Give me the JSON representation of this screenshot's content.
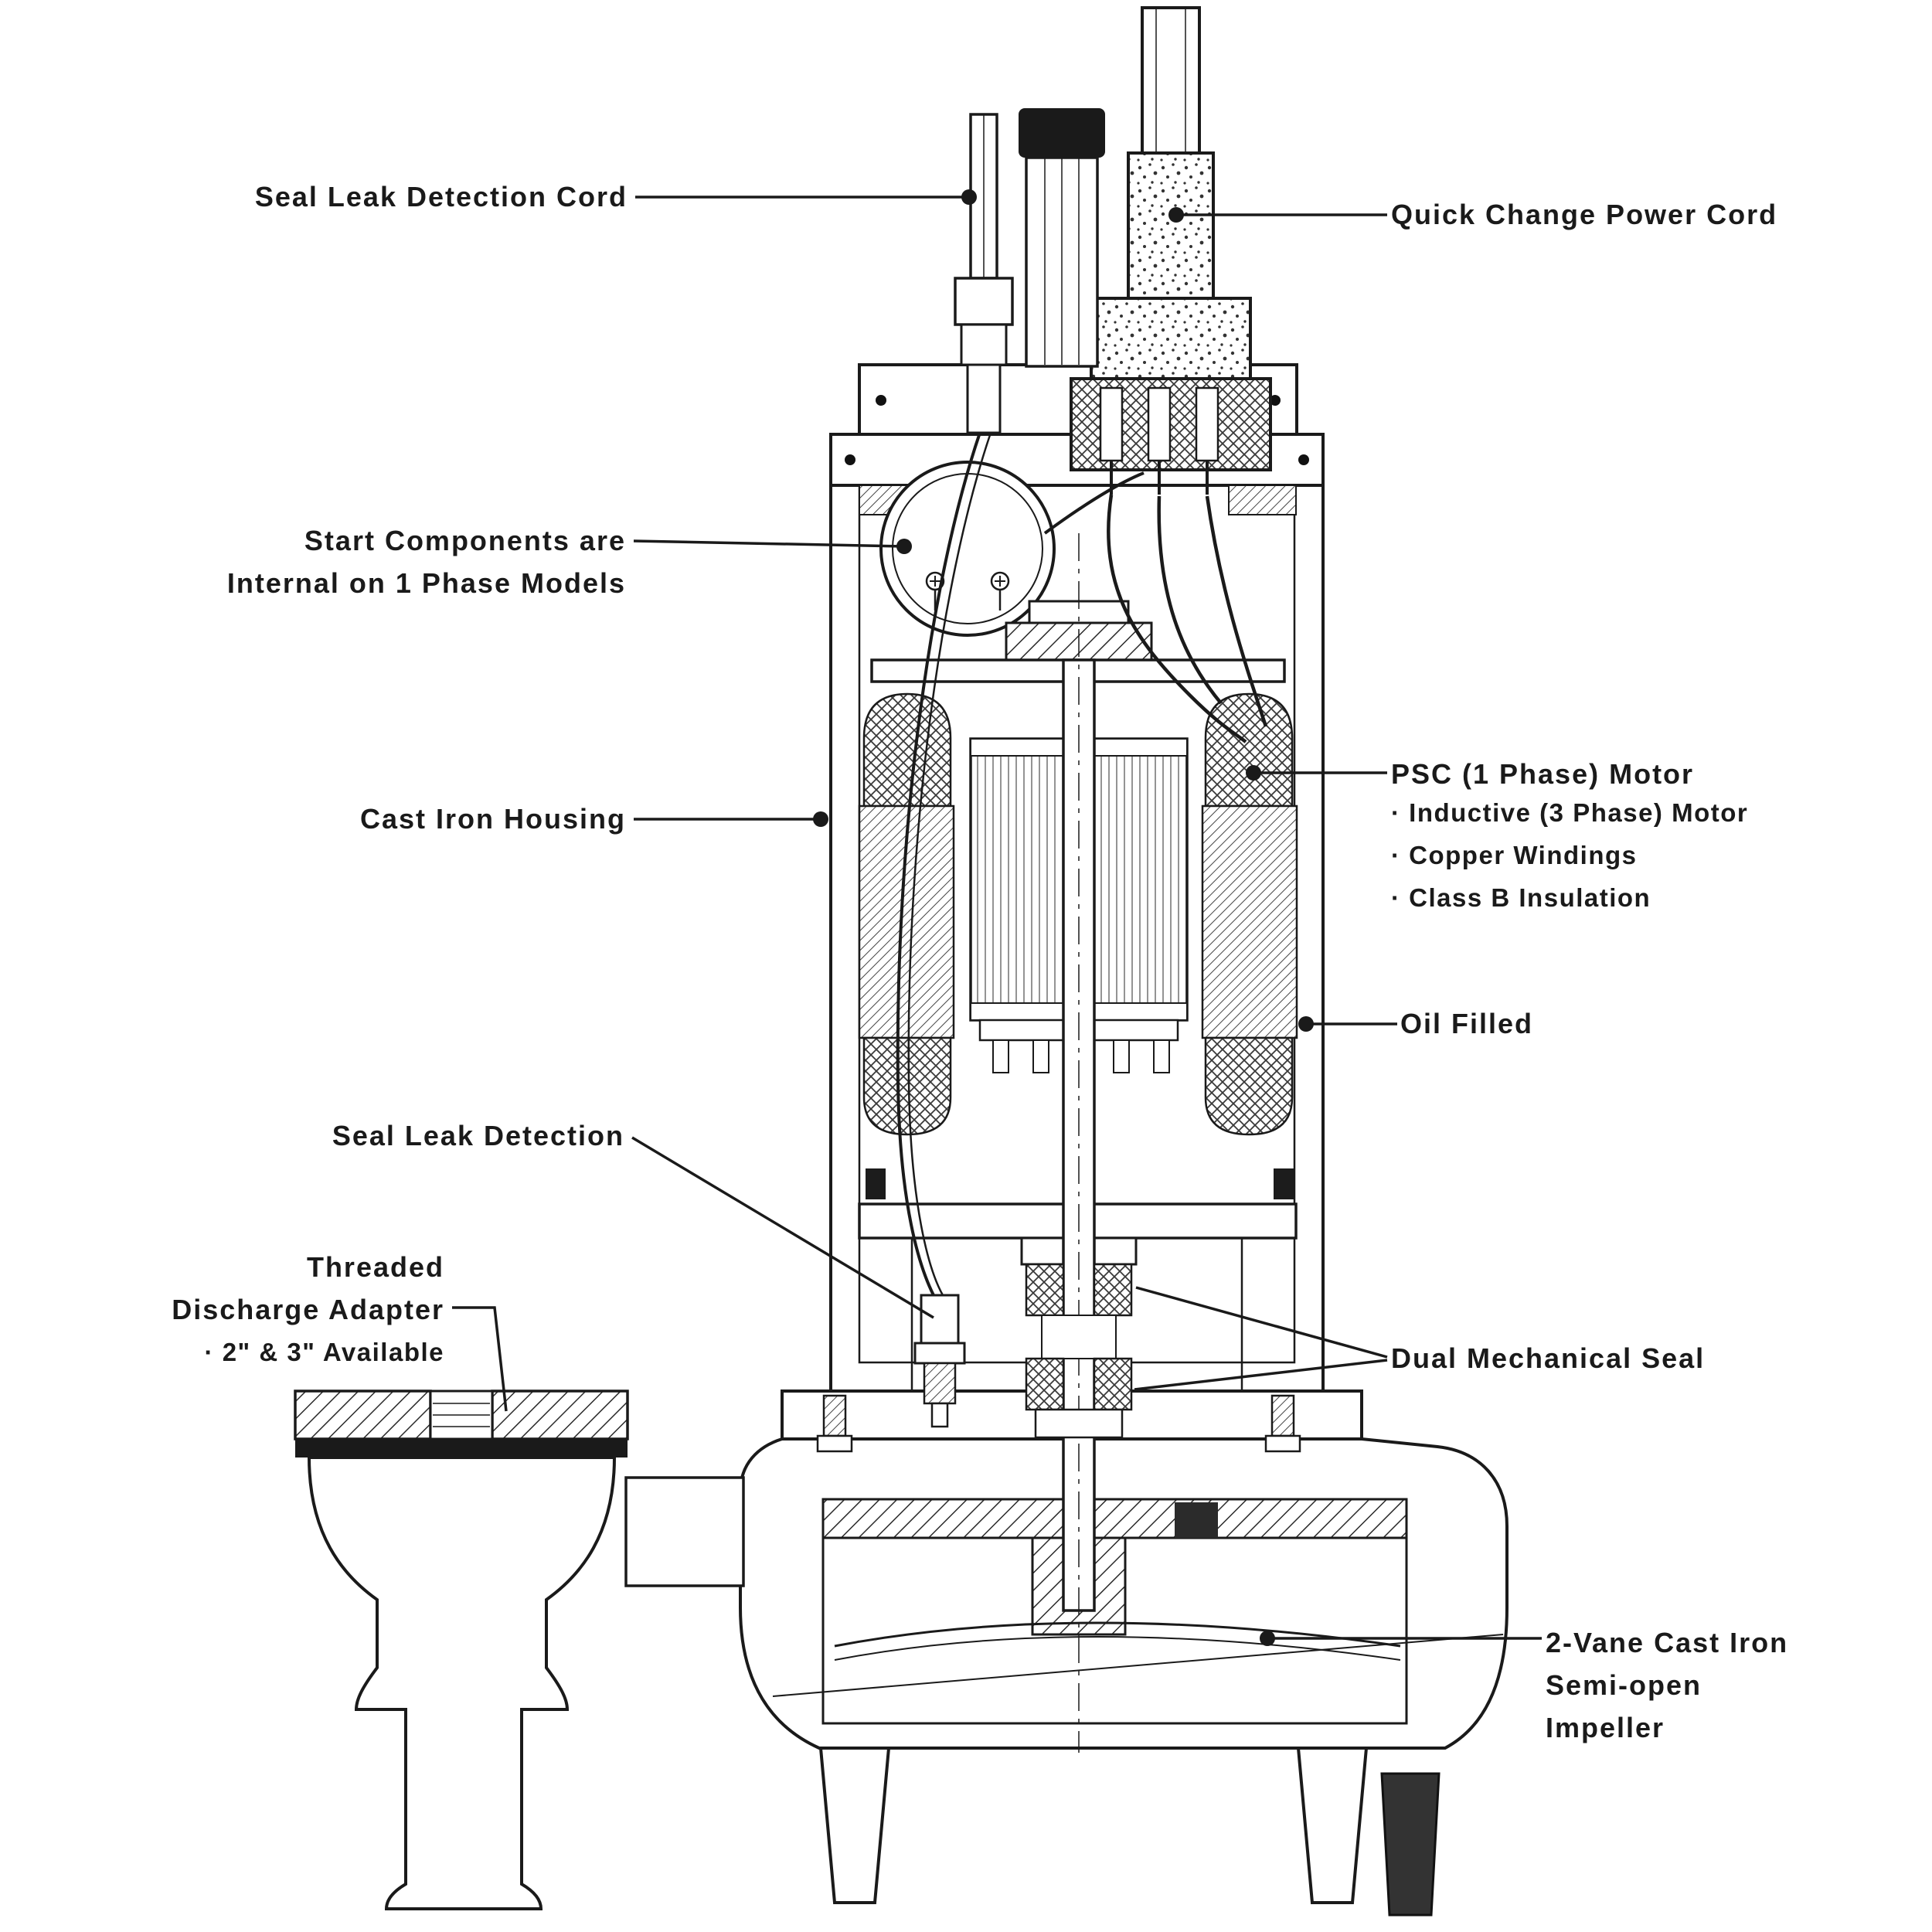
{
  "colors": {
    "line": "#1a1a1a",
    "background": "#ffffff",
    "dark_fill": "#333333"
  },
  "labels": {
    "seal_leak_cord": {
      "text": "Seal Leak Detection Cord"
    },
    "power_cord": {
      "text": "Quick Change Power Cord"
    },
    "start_components": {
      "line1": "Start Components are",
      "line2": "Internal on 1 Phase Models"
    },
    "cast_iron_housing": {
      "text": "Cast Iron Housing"
    },
    "psc_motor": {
      "title": "PSC (1 Phase) Motor",
      "bullets": [
        "· Inductive (3 Phase) Motor",
        "· Copper Windings",
        "· Class B Insulation"
      ]
    },
    "oil_filled": {
      "text": "Oil Filled"
    },
    "seal_leak_detection": {
      "text": "Seal Leak Detection"
    },
    "threaded_discharge": {
      "line1": "Threaded",
      "line2": "Discharge Adapter",
      "bullet": "· 2\" & 3\" Available"
    },
    "dual_mechanical_seal": {
      "text": "Dual Mechanical Seal"
    },
    "impeller": {
      "line1": "2-Vane Cast Iron",
      "line2": "Semi-open",
      "line3": "Impeller"
    }
  }
}
